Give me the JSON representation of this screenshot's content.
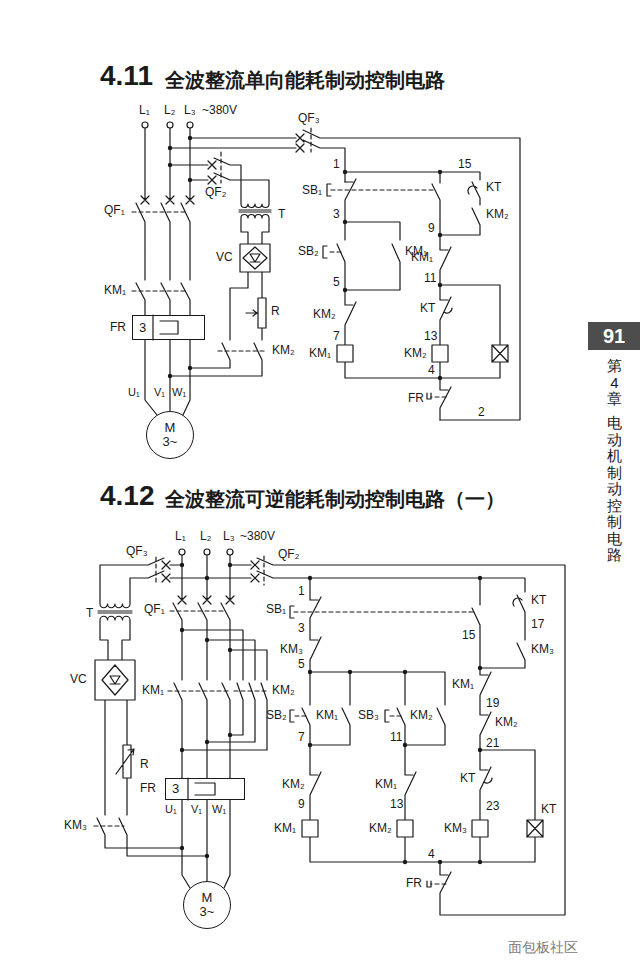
{
  "diagram": {
    "nodes": [
      {
        "text": [
          "3"
        ]
      },
      {
        "text": [
          "M",
          "3~"
        ]
      },
      {
        "text": [
          "91"
        ]
      },
      {
        "text": [
          "3"
        ]
      },
      {
        "text": [
          "M",
          "3~"
        ]
      }
    ],
    "edges": [
      {
        "from": 0,
        "to": 1,
        "arrow": "none"
      },
      {
        "from": 3,
        "to": 4,
        "arrow": "none"
      }
    ],
    "labels": [
      "4.11",
      "全波整流单向能耗制动控制电路",
      "L₁",
      "L₂",
      "L₃",
      "~380V",
      "QF₃",
      "QF₂",
      "QF₁",
      "T",
      "VC",
      "R",
      "KM₁",
      "FR",
      "KM₂",
      "U₁",
      "V₁",
      "W₁",
      "1",
      "SB₁",
      "3",
      "SB₂",
      "KM₁",
      "5",
      "KM₂",
      "7",
      "KM₁",
      "15",
      "KT",
      "KM₂",
      "9",
      "KM₁",
      "11",
      "KT",
      "13",
      "KM₂",
      "4",
      "FR",
      "2",
      "第4章",
      "电动机制动控制电路",
      "4.12",
      "全波整流可逆能耗制动控制电路（一）",
      "QF₃",
      "L₁",
      "L₂",
      "L₃",
      "~380V",
      "QF₂",
      "QF₁",
      "T",
      "VC",
      "KM₁",
      "KM₂",
      "R",
      "FR",
      "U₁",
      "V₁",
      "W₁",
      "KM₃",
      "1",
      "SB₁",
      "3",
      "KM₃",
      "5",
      "SB₂",
      "KM₁",
      "SB₃",
      "KM₂",
      "7",
      "11",
      "KM₂",
      "KM₁",
      "9",
      "13",
      "KM₁",
      "KM₂",
      "15",
      "KT",
      "17",
      "KM₃",
      "KM₁",
      "19",
      "KM₂",
      "21",
      "KT",
      "23",
      "KM₃",
      "KT",
      "4",
      "FR",
      "面包板社区"
    ]
  }
}
